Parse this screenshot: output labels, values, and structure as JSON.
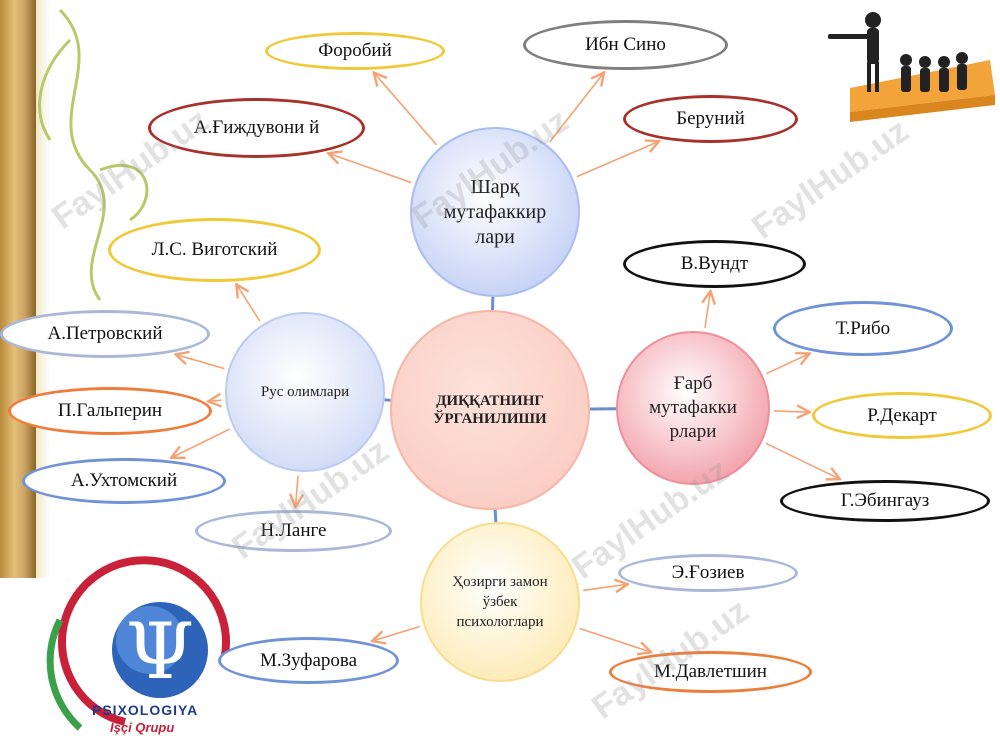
{
  "center": {
    "label": "ДИҚҚАТНИНГ ЎРГАНИЛИШИ",
    "fill": "#fac7bd",
    "stroke": "#f7b5a6"
  },
  "hubs": [
    {
      "id": "east",
      "label": "Шарқ мутафаккир лари",
      "fill": "#c7d3f6",
      "stroke": "#a9bdf2"
    },
    {
      "id": "west",
      "label": "Ғарб мутафакки рлари",
      "fill": "#f3a4ad",
      "stroke": "#ee8f9a"
    },
    {
      "id": "russian",
      "label": "Рус олимлари",
      "fill": "#d2dcf6",
      "stroke": "#bccbf1"
    },
    {
      "id": "uzbek",
      "label": "Ҳозирги замон ўзбек психологлари",
      "fill": "#fdecb9",
      "stroke": "#f8dd90"
    }
  ],
  "names": [
    {
      "hub": "east",
      "label": "Форобий",
      "color": "#f0c93a"
    },
    {
      "hub": "east",
      "label": "Ибн Сино",
      "color": "#7f7f7f"
    },
    {
      "hub": "east",
      "label": "А.Ғиждувони й",
      "color": "#a8312a"
    },
    {
      "hub": "east",
      "label": "Беруний",
      "color": "#a8312a"
    },
    {
      "hub": "west",
      "label": "В.Вундт",
      "color": "#111111"
    },
    {
      "hub": "west",
      "label": "Т.Рибо",
      "color": "#6f93d6"
    },
    {
      "hub": "west",
      "label": "Р.Декарт",
      "color": "#f0c93a"
    },
    {
      "hub": "west",
      "label": "Г.Эбингауз",
      "color": "#111111"
    },
    {
      "hub": "russian",
      "label": "Л.С. Виготский",
      "color": "#f0c93a"
    },
    {
      "hub": "russian",
      "label": "А.Петровский",
      "color": "#a9b8d8"
    },
    {
      "hub": "russian",
      "label": "П.Гальперин",
      "color": "#ee7d3c"
    },
    {
      "hub": "russian",
      "label": "А.Ухтомский",
      "color": "#6f93d6"
    },
    {
      "hub": "russian",
      "label": "Н.Ланге",
      "color": "#a9b8d8"
    },
    {
      "hub": "uzbek",
      "label": "Э.Ғозиев",
      "color": "#a9b8d8"
    },
    {
      "hub": "uzbek",
      "label": "М.Зуфарова",
      "color": "#6f93d6"
    },
    {
      "hub": "uzbek",
      "label": "М.Давлетшин",
      "color": "#ee7d3c"
    }
  ],
  "arrow_color": "#f4a273",
  "connector_color": "#6a8fd0",
  "watermark": "FaylHub.uz",
  "logo": {
    "line1": "PSIXOLOGIYA",
    "line2": "İşçi Qrupu",
    "symbol": "Ψ"
  }
}
